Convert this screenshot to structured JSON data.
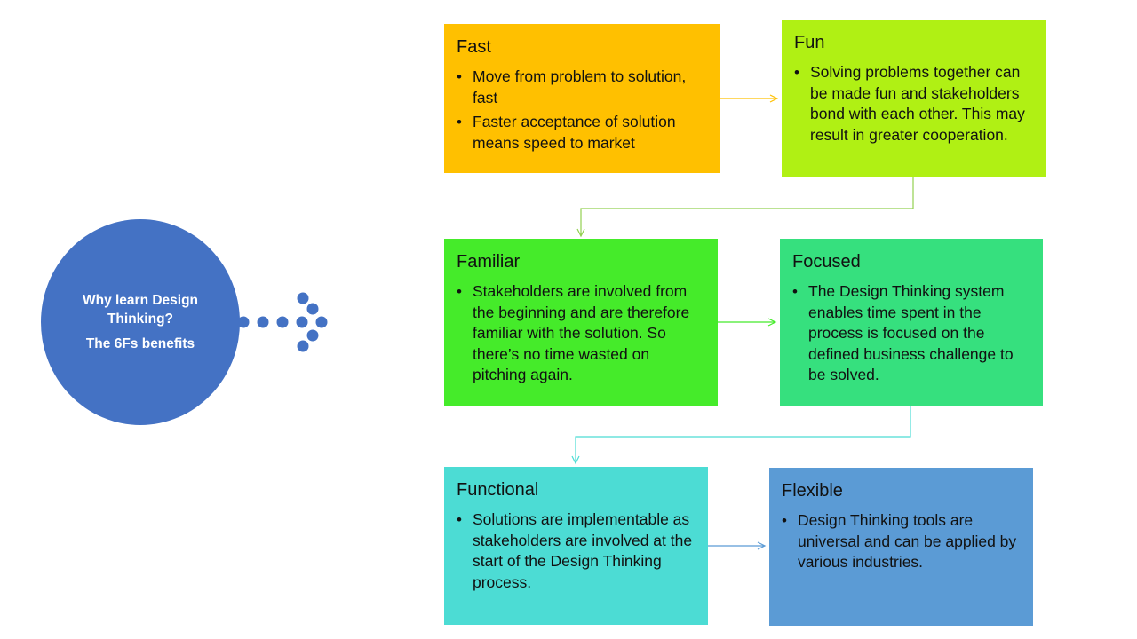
{
  "hub": {
    "title": "Why learn Design Thinking?",
    "subtitle": "The 6Fs benefits"
  },
  "boxes": {
    "fast": {
      "title": "Fast",
      "bullets": [
        "Move from problem to solution, fast",
        "Faster acceptance of solution means speed to market"
      ],
      "color": "#FFC000"
    },
    "fun": {
      "title": "Fun",
      "bullets": [
        "Solving problems together can be made fun and stakeholders bond with each other.  This may result in greater cooperation."
      ],
      "color": "#B0F014"
    },
    "familiar": {
      "title": "Familiar",
      "bullets": [
        "Stakeholders are involved from the beginning and are therefore familiar with the solution.  So there’s no time wasted on pitching again."
      ],
      "color": "#45EB2A"
    },
    "focused": {
      "title": "Focused",
      "bullets": [
        "The Design Thinking system enables time spent in the process is focused on the defined business challenge to be solved."
      ],
      "color": "#36E07E"
    },
    "functional": {
      "title": "Functional",
      "bullets": [
        "Solutions are implementable as stakeholders are involved at the start of the Design Thinking process."
      ],
      "color": "#4CDCD4"
    },
    "flexible": {
      "title": "Flexible",
      "bullets": [
        "Design Thinking tools are universal and can be applied by various industries."
      ],
      "color": "#5B9BD5"
    }
  },
  "colors": {
    "hub": "#4472C4",
    "dot_arrow": "#4472C4",
    "arrow_fast_fun": "#FFC000",
    "arrow_fun_familiar": "#92D050",
    "arrow_familiar_focused": "#45EB2A",
    "arrow_focused_functional": "#4CDCD4",
    "arrow_functional_flexible": "#5B9BD5"
  }
}
